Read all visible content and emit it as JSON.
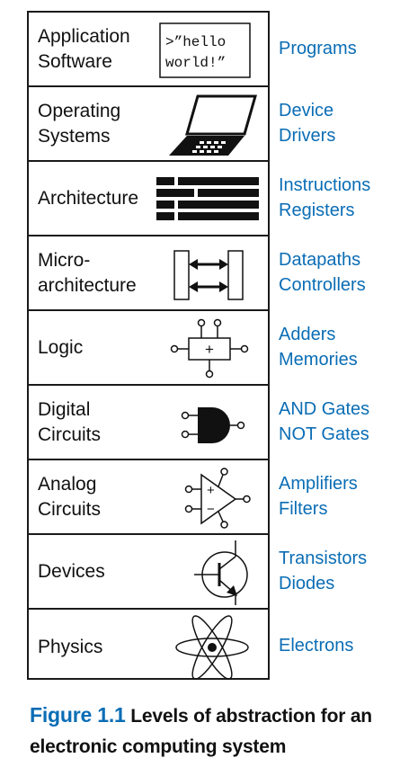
{
  "figure": {
    "label": "Figure 1.1",
    "caption_text": "Levels of abstraction for an electronic computing system"
  },
  "colors": {
    "accent": "#0a6db5",
    "ink": "#111111"
  },
  "levels": [
    {
      "name": "Application\nSoftware",
      "icon": "hello-world-code-icon",
      "icon_text_1": ">”hello",
      "icon_text_2": "world!”",
      "examples": [
        "Programs"
      ]
    },
    {
      "name": "Operating\nSystems",
      "icon": "laptop-icon",
      "examples": [
        "Device",
        "Drivers"
      ]
    },
    {
      "name": "Architecture",
      "icon": "instruction-bars-icon",
      "examples": [
        "Instructions",
        "Registers"
      ]
    },
    {
      "name": "Micro-\narchitecture",
      "icon": "datapath-icon",
      "examples": [
        "Datapaths",
        "Controllers"
      ]
    },
    {
      "name": "Logic",
      "icon": "adder-icon",
      "icon_text_1": "+",
      "examples": [
        "Adders",
        "Memories"
      ]
    },
    {
      "name": "Digital\nCircuits",
      "icon": "and-gate-icon",
      "examples": [
        "AND Gates",
        "NOT Gates"
      ]
    },
    {
      "name": "Analog\nCircuits",
      "icon": "op-amp-icon",
      "icon_text_1": "+",
      "icon_text_2": "−",
      "examples": [
        "Amplifiers",
        "Filters"
      ]
    },
    {
      "name": "Devices",
      "icon": "transistor-icon",
      "examples": [
        "Transistors",
        "Diodes"
      ]
    },
    {
      "name": "Physics",
      "icon": "atom-icon",
      "examples": [
        "Electrons"
      ]
    }
  ]
}
